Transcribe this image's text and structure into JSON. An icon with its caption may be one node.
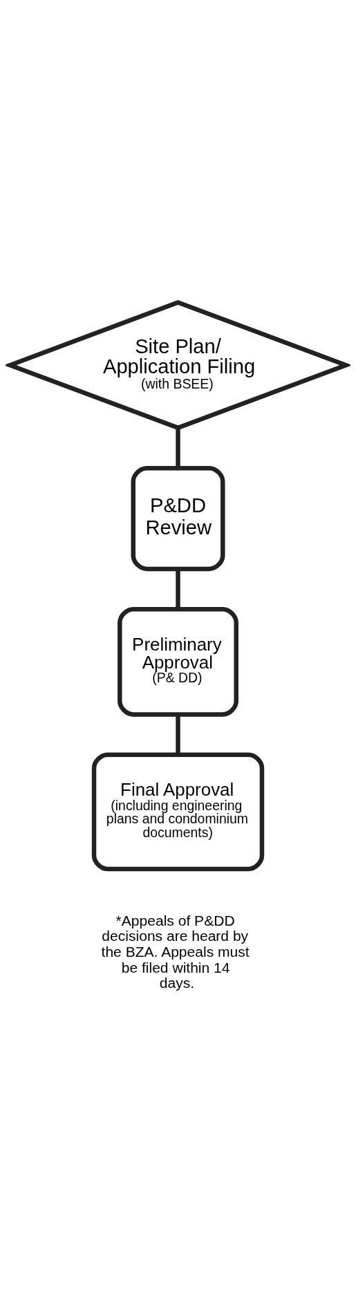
{
  "diagram": {
    "nodes": [
      {
        "text": [
          "Site Plan/ Application Filing",
          "(with BSEE)"
        ]
      },
      {
        "text": [
          "P&DD Review"
        ]
      },
      {
        "text": [
          "Preliminary Approval",
          "(P& DD)"
        ]
      },
      {
        "text": [
          "Final Approval",
          "(including engineering plans and condominium documents)"
        ]
      }
    ],
    "edges": [
      {
        "from": 0,
        "to": 1,
        "arrow": "none"
      },
      {
        "from": 1,
        "to": 2,
        "arrow": "none"
      },
      {
        "from": 2,
        "to": 3,
        "arrow": "none"
      }
    ],
    "labels": [
      "*Appeals of P&DD decisions are heard by the BZA. Appeals must be filed within 14 days."
    ]
  }
}
